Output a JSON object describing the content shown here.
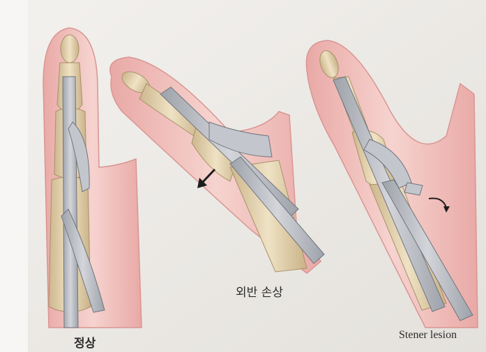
{
  "captions": {
    "normal": "정상",
    "valgus_injury": "외반 손상",
    "stener": "Stener lesion"
  },
  "colors": {
    "paper": "#efece8",
    "skin": "#f1c1bd",
    "skin_edge": "#d99592",
    "bone": "#e6d6b0",
    "bone_edge": "#a8916a",
    "ligament": "#b9bcc2",
    "ligament_edge": "#70747c",
    "text": "#2b2b2b"
  },
  "icons": {
    "force_arrow": "diagonal-arrow-down-left",
    "displacement_arrow": "curved-arrow-down"
  }
}
